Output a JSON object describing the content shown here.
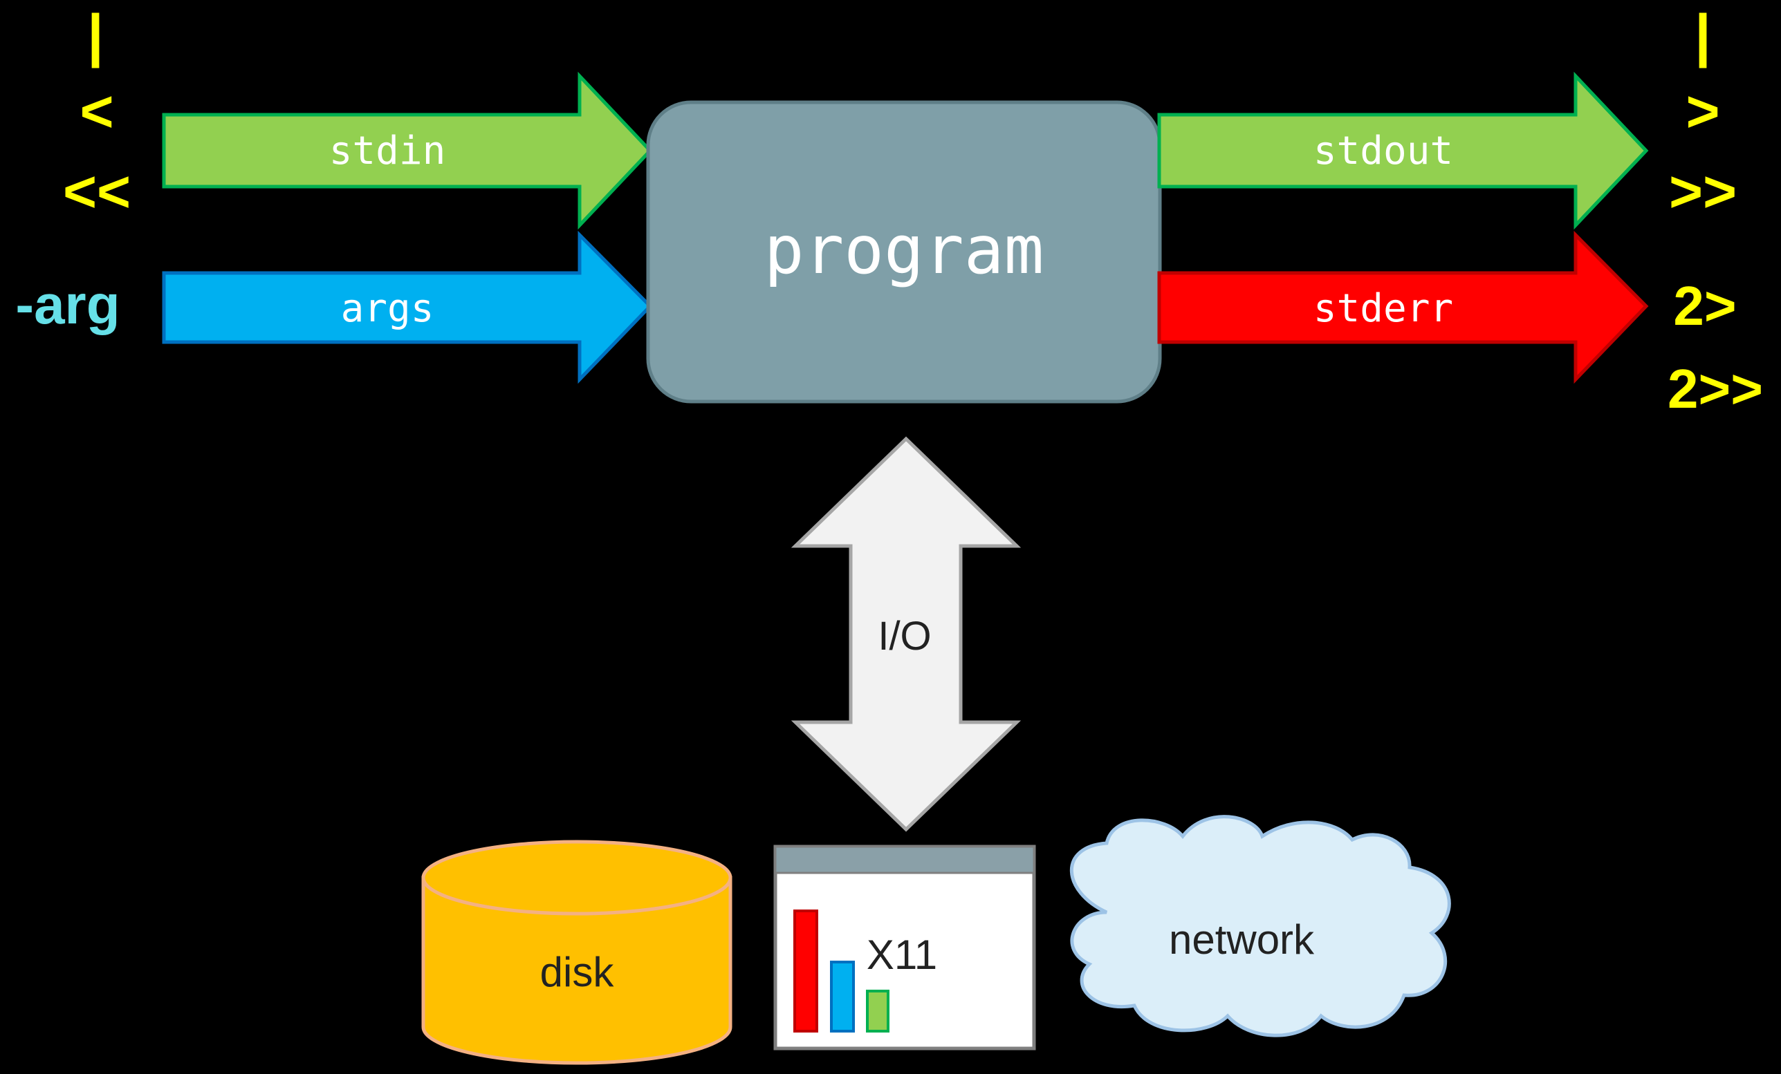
{
  "colors": {
    "background": "#000000",
    "stream_green": "#92d050",
    "stream_green_border": "#00b050",
    "args_blue": "#00b0f0",
    "args_blue_border": "#0070c0",
    "stderr_red": "#ff0000",
    "stderr_red_border": "#c00000",
    "program_box": "#7f9fa8",
    "redirect_yellow": "#ffff00",
    "arg_cyan": "#66e0e8",
    "io_arrow": "#f2f2f2",
    "disk_orange": "#ffc000",
    "disk_border": "#f4b183",
    "cloud_fill": "#dbeef9",
    "cloud_border": "#9dc3e6"
  },
  "diagram": {
    "program": {
      "label": "program"
    },
    "inputs": {
      "stdin": {
        "label": "stdin",
        "operators": [
          "|",
          "<",
          "<<"
        ]
      },
      "args": {
        "label": "args",
        "operators": [
          "-arg"
        ]
      }
    },
    "outputs": {
      "stdout": {
        "label": "stdout",
        "operators": [
          "|",
          ">",
          ">>"
        ]
      },
      "stderr": {
        "label": "stderr",
        "operators": [
          "2>",
          "2>>"
        ]
      }
    },
    "io": {
      "label": "I/O"
    },
    "resources": {
      "disk": {
        "label": "disk",
        "icon": "database-cylinder-icon"
      },
      "x11": {
        "label": "X11",
        "icon": "window-chart-icon"
      },
      "network": {
        "label": "network",
        "icon": "cloud-icon"
      }
    }
  }
}
